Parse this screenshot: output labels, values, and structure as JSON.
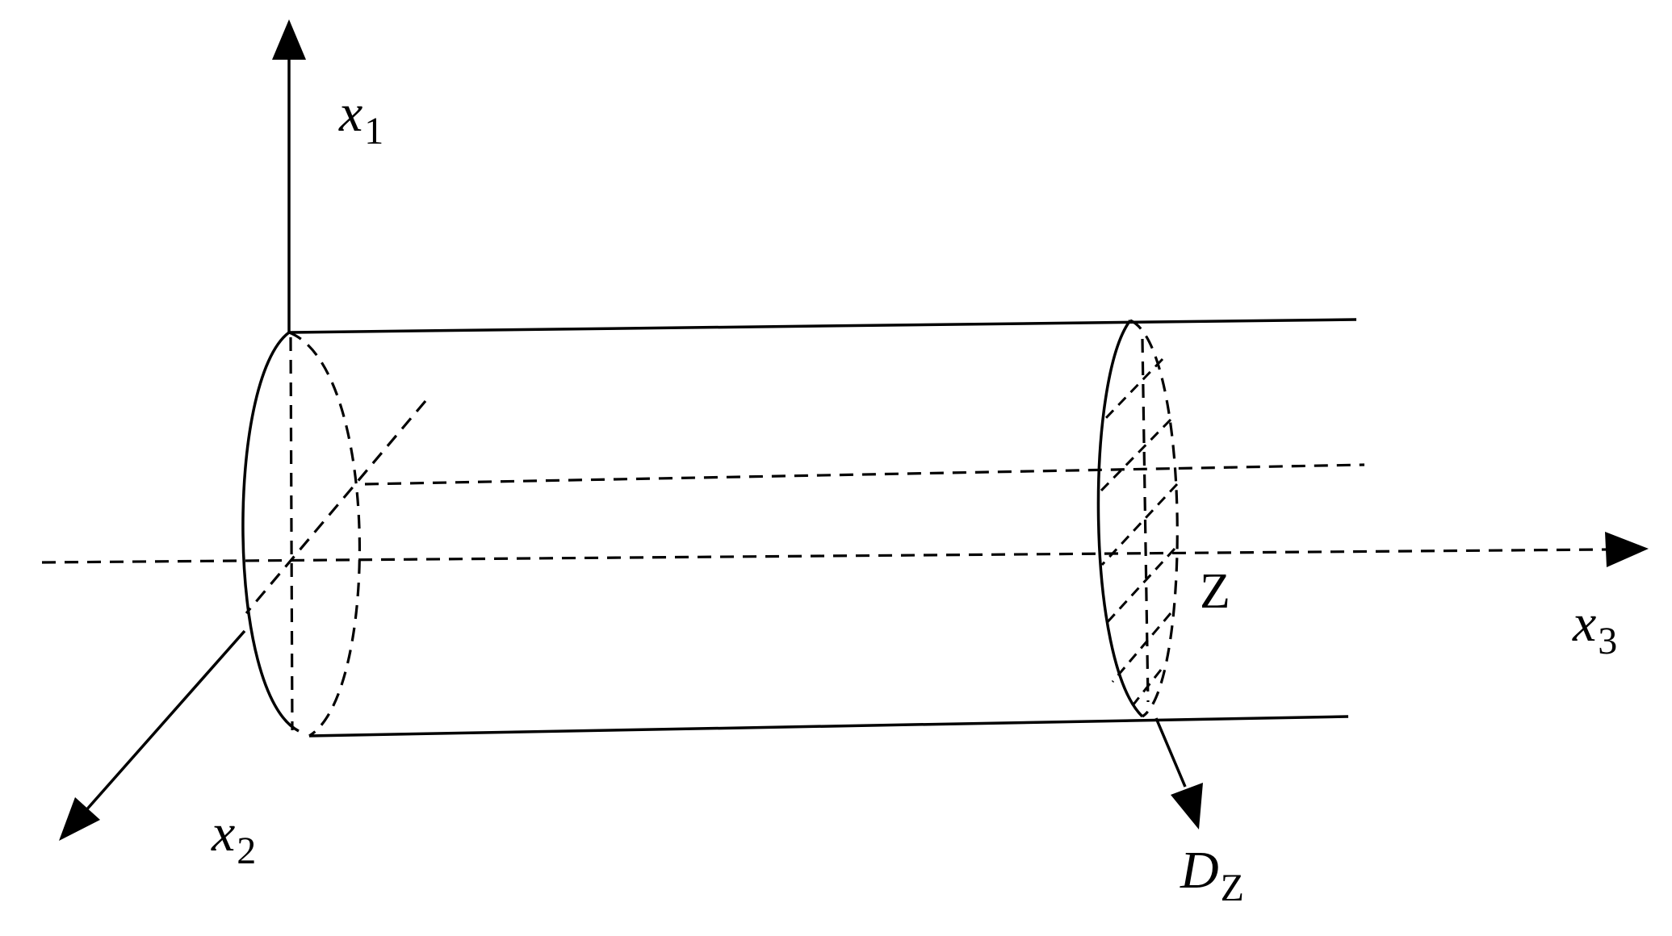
{
  "diagram": {
    "labels": {
      "x1": {
        "base": "x",
        "sub": "1"
      },
      "x2": {
        "base": "x",
        "sub": "2"
      },
      "x3": {
        "base": "x",
        "sub": "3"
      },
      "z": "Z",
      "dz": {
        "base": "D",
        "sub": "Z"
      }
    }
  }
}
